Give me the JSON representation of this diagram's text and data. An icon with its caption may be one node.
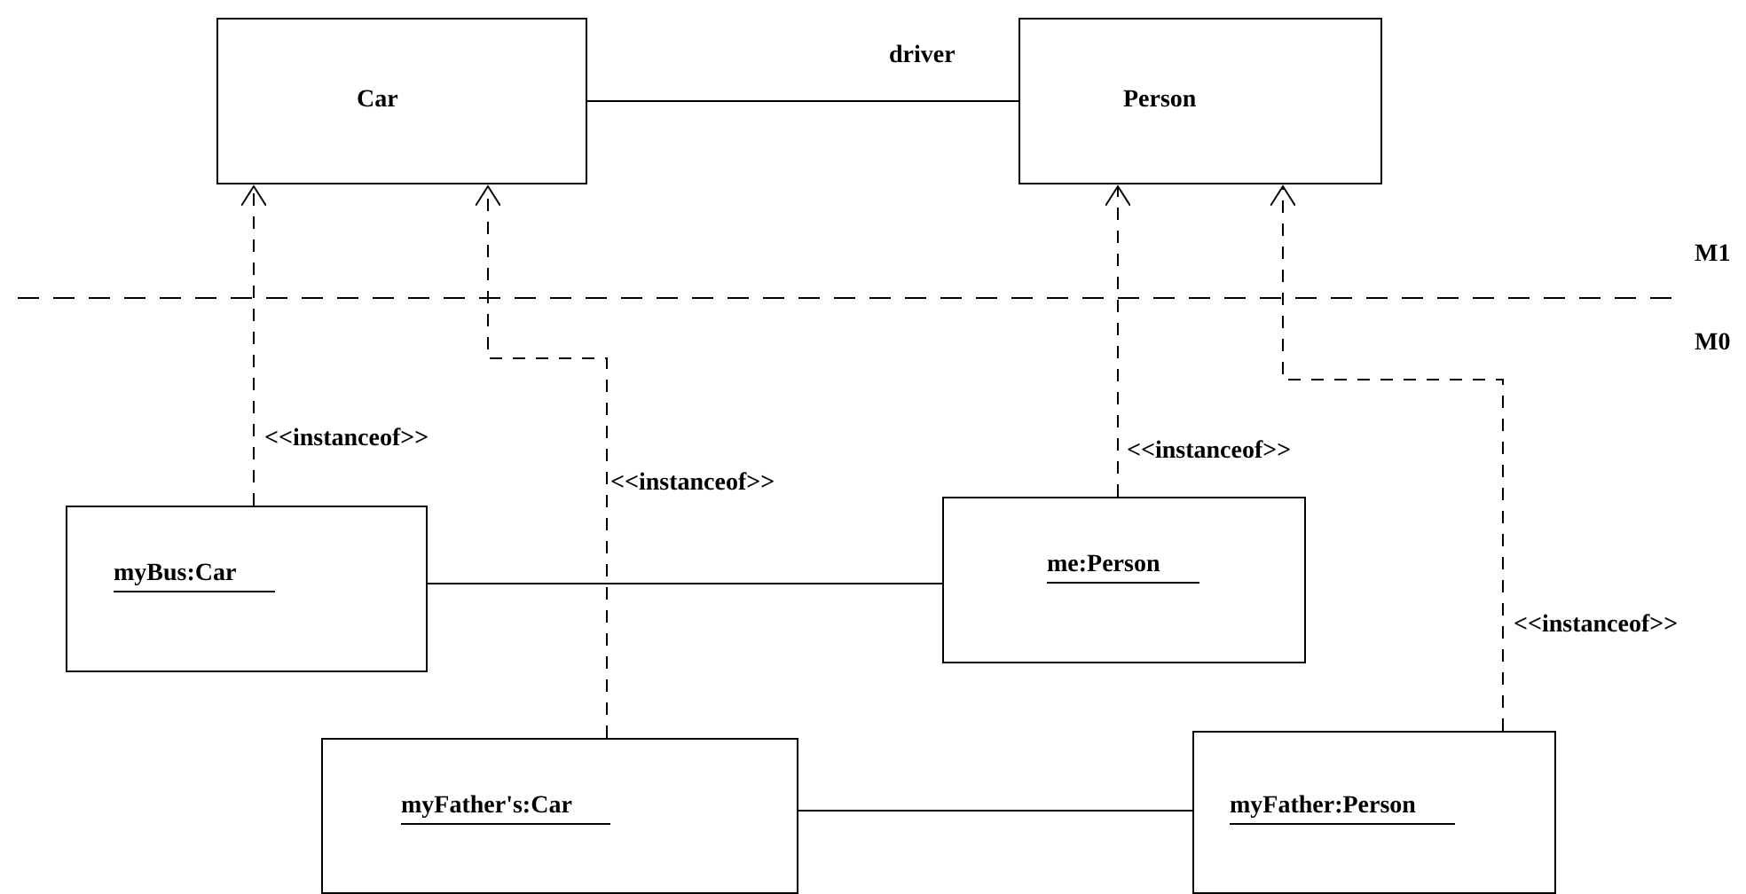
{
  "diagram": {
    "nodes": [
      {
        "text": [
          "Car"
        ]
      },
      {
        "text": [
          "Person"
        ]
      },
      {
        "text": [
          "myBus:Car"
        ]
      },
      {
        "text": [
          "me:Person"
        ]
      },
      {
        "text": [
          "myFather's:Car"
        ]
      },
      {
        "text": [
          "myFather:Person"
        ]
      }
    ],
    "edges": [
      {
        "from": 0,
        "to": 1,
        "arrow": "none",
        "label": "driver"
      },
      {
        "from": 2,
        "to": 0,
        "arrow": "to",
        "style": "dashed",
        "label": "<<instanceof>>"
      },
      {
        "from": 4,
        "to": 0,
        "arrow": "to",
        "style": "dashed",
        "label": "<<instanceof>>"
      },
      {
        "from": 3,
        "to": 1,
        "arrow": "to",
        "style": "dashed",
        "label": "<<instanceof>>"
      },
      {
        "from": 5,
        "to": 1,
        "arrow": "to",
        "style": "dashed",
        "label": "<<instanceof>>"
      },
      {
        "from": 2,
        "to": 3,
        "arrow": "none"
      },
      {
        "from": 4,
        "to": 5,
        "arrow": "none"
      }
    ],
    "labels": [
      "M1",
      "M0"
    ]
  }
}
